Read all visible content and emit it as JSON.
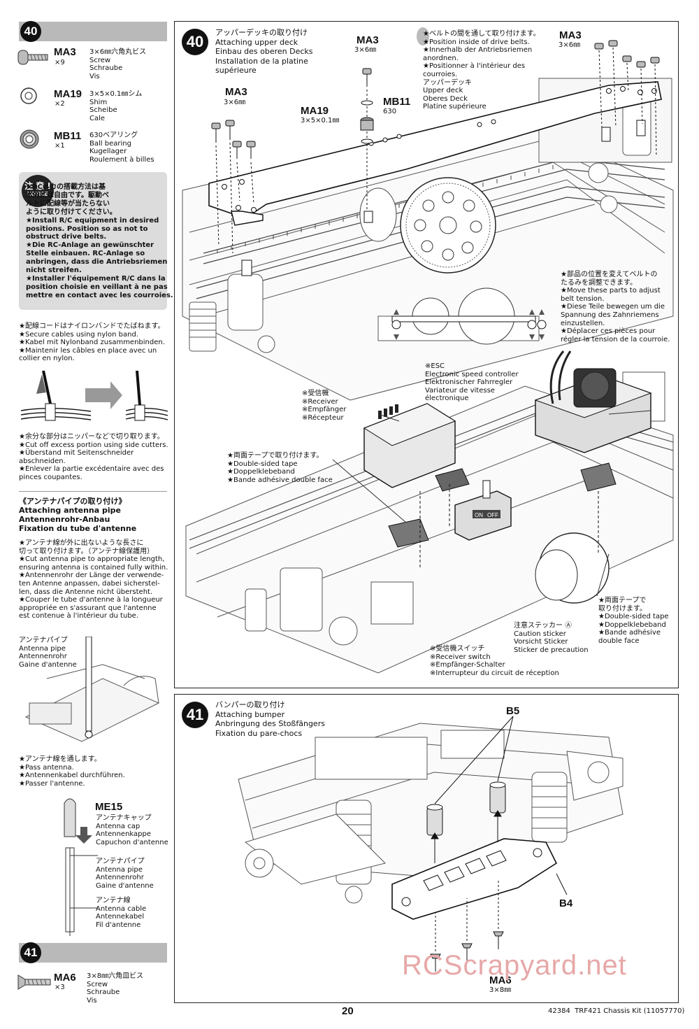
{
  "sidebar": {
    "step40": {
      "number": "40",
      "parts": [
        {
          "code": "MA3",
          "qty": "×9",
          "desc": "3×6㎜六角丸ビス\nScrew\nSchraube\nVis"
        },
        {
          "code": "MA19",
          "qty": "×2",
          "desc": "3×5×0.1㎜シム\nShim\nScheibe\nCale"
        },
        {
          "code": "MB11",
          "qty": "×1",
          "desc": "630ベアリング\nBall bearing\nKugellager\nRoulement à billes"
        }
      ]
    },
    "notice": {
      "badge_top": "注 意 !",
      "badge_bottom": "NOTICE",
      "text": "★RCメカの搭載方法は基\n本的には自由です。駆動ベ\nルトに配線等が当たらない\nように取り付けてください。\n★Install R/C equipment in desired\npositions. Position so as not to\nobstruct drive belts.\n★Die RC-Anlage an gewünschter\nStelle einbauen. RC-Anlage so\nanbringen, dass die Antriebsriemen\nnicht streifen.\n★Installer l'équipement R/C dans la\nposition choisie en veillant à ne pas\nmettre en contact avec les courroies."
    },
    "cable_tie": "★配線コードはナイロンバンドでたばねます。\n★Secure cables using nylon band.\n★Kabel mit Nylonband zusammenbinden.\n★Maintenir les câbles en place avec un\ncollier en nylon.",
    "cut_off": "★余分な部分はニッパーなどで切り取ります。\n★Cut off excess portion using side cutters.\n★Überstand mit Seitenschneider\nabschneiden.\n★Enlever la partie excédentaire avec des\npinces coupantes.",
    "antenna_title": "《アンテナパイプの取り付け》\nAttaching antenna pipe\nAntennenrohr-Anbau\nFixation du tube d'antenne",
    "antenna_cut": "★アンテナ線が外に出ないような長さに\n切って取り付けます。（アンテナ線保護用）\n★Cut antenna pipe to appropriate length,\nensuring antenna is contained fully within.\n★Antennenrohr der Länge der verwende-\nten Antenne anpassen, dabei sicherstel-\nlen, dass die Antenne nicht übersteht.\n★Couper le tube d'antenne à la longueur\nappropriée en s'assurant que l'antenne\nest contenue à l'intérieur du tube.",
    "antenna_pipe_label": "アンテナパイプ\nAntenna pipe\nAntennenrohr\nGaine d'antenne",
    "pass_antenna": "★アンテナ線を通します。\n★Pass antenna.\n★Antennenkabel durchführen.\n★Passer l'antenne.",
    "me15": {
      "code": "ME15",
      "desc": "アンテナキャップ\nAntenna cap\nAntennenkappe\nCapuchon d'antenne"
    },
    "pipe2": "アンテナパイプ\nAntenna pipe\nAntennenrohr\nGaine d'antenne",
    "cable": "アンテナ線\nAntenna cable\nAntennekabel\nFil d'antenne",
    "step41": {
      "number": "41",
      "parts": [
        {
          "code": "MA6",
          "qty": "×3",
          "desc": "3×8㎜六角皿ビス\nScrew\nSchraube\nVis"
        }
      ]
    }
  },
  "step40": {
    "number": "40",
    "title": "アッパーデッキの取り付け\nAttaching upper deck\nEinbau des oberen Decks\nInstallation de la platine\nsupérieure",
    "labels": {
      "ma3_left": "MA3",
      "ma3_left_size": "3×6㎜",
      "ma3_top": "MA3",
      "ma3_top_size": "3×6㎜",
      "ma19": "MA19",
      "ma19_size": "3×5×0.1㎜",
      "mb11": "MB11",
      "mb11_size": "630",
      "ma3_right": "MA3",
      "ma3_right_size": "3×6㎜"
    },
    "belt_note": "★ベルトの間を通して取り付けます。\n★Position inside of drive belts.\n★Innerhalb der Antriebsriemen\nanordnen.\n★Positionner à l'intérieur des\ncourroies.\nアッパーデッキ\nUpper deck\nOberes Deck\nPlatine supérieure",
    "tension_note": "★部品の位置を変えてベルトの\nたるみを調整できます。\n★Move these parts to adjust\nbelt tension.\n★Diese Teile bewegen um die\nSpannung des Zahnriemens\neinzustellen.\n★Déplacer ces pièces pour\nrégler la tension de la courroie.",
    "esc": "※ESC\nElectronic speed controller\nElektronischer Fahrregler\nVariateur de vitesse\nélectronique",
    "receiver": "※受信機\n※Receiver\n※Empfänger\n※Récepteur",
    "tape_left": "★両面テープで取り付けます。\n★Double-sided tape\n★Doppelklebeband\n★Bande adhésive double face",
    "tape_right": "★両面テープで\n取り付けます。\n★Double-sided tape\n★Doppelklebeband\n★Bande adhésive\ndouble face",
    "caution": "注意ステッカー Ⓐ\nCaution sticker\nVorsicht Sticker\nSticker de precaution",
    "switch": "※受信機スイッチ\n※Receiver switch\n※Empfänger-Schalter\n※Interrupteur du circuit de réception",
    "switch_on": "ON",
    "switch_off": "OFF"
  },
  "step41": {
    "number": "41",
    "title": "バンパーの取り付け\nAttaching bumper\nAnbringung des Stoßfängers\nFixation du pare-chocs",
    "labels": {
      "b5": "B5",
      "b4": "B4",
      "ma6": "MA6",
      "ma6_size": "3×8㎜"
    }
  },
  "footer": {
    "page": "20",
    "kit": "42384  TRF421 Chassis Kit (11057770)"
  },
  "watermark": "RCScrapyard.net"
}
